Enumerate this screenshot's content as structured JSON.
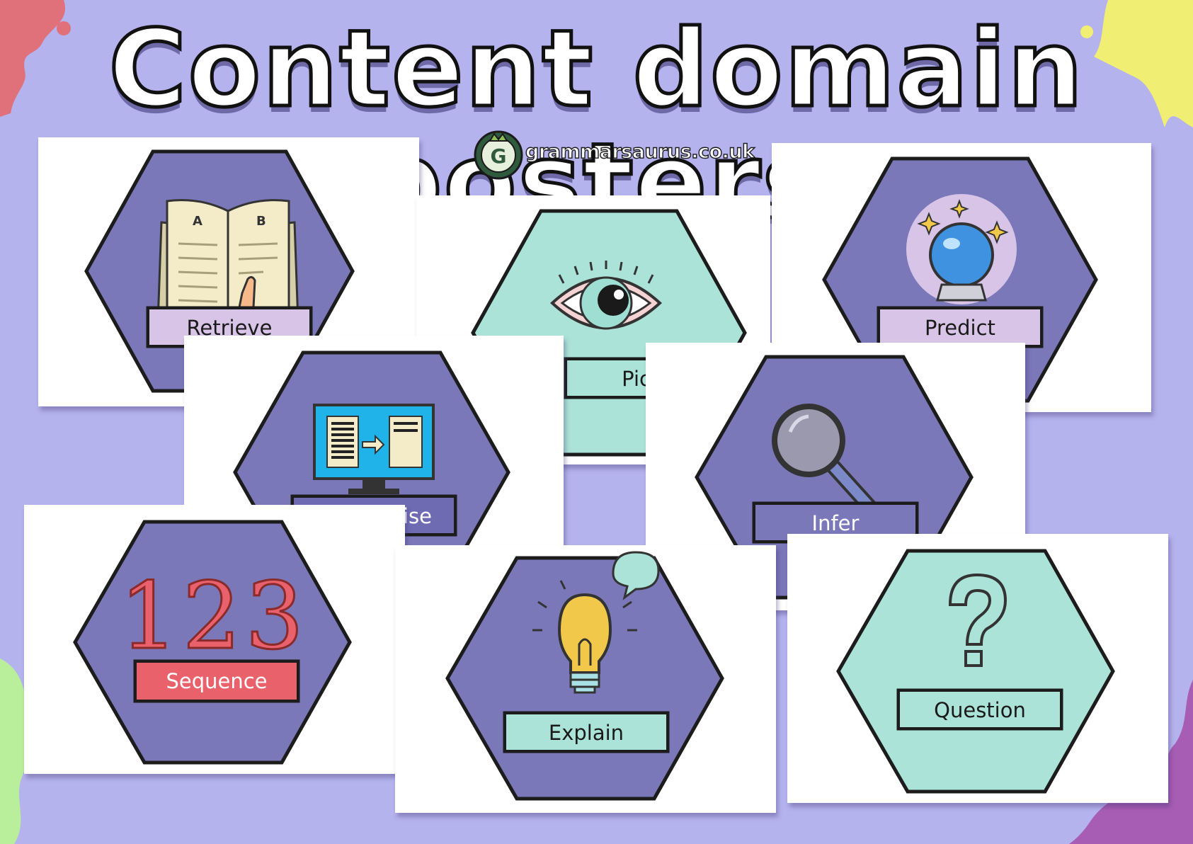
{
  "title": "Content domain posters",
  "logo": {
    "text": "grammarsaurus.co.uk",
    "icon": "g-dinosaur-logo-icon"
  },
  "posters": [
    {
      "label": "Retrieve",
      "icon": "open-book-icon",
      "hex_color": "#7a78b8",
      "label_color": "#d7c4e6"
    },
    {
      "label": "Picture",
      "icon": "eye-icon",
      "hex_color": "#abe3d8",
      "label_color": "#abe3d8"
    },
    {
      "label": "Predict",
      "icon": "crystal-ball-icon",
      "hex_color": "#7a78b8",
      "label_color": "#d7c4e6"
    },
    {
      "label": "Summarise",
      "icon": "computer-summary-icon",
      "hex_color": "#7a78b8",
      "label_color": "#6e6bb3"
    },
    {
      "label": "Infer",
      "icon": "magnifying-glass-icon",
      "hex_color": "#7a78b8",
      "label_color": "#7a78b8"
    },
    {
      "label": "Sequence",
      "icon": "numbers-123-icon",
      "hex_color": "#7a78b8",
      "label_color": "#e9616b"
    },
    {
      "label": "Explain",
      "icon": "lightbulb-icon",
      "hex_color": "#7a78b8",
      "label_color": "#abe3d8"
    },
    {
      "label": "Question",
      "icon": "question-mark-icon",
      "hex_color": "#abe3d8",
      "label_color": "#abe3d8"
    }
  ]
}
